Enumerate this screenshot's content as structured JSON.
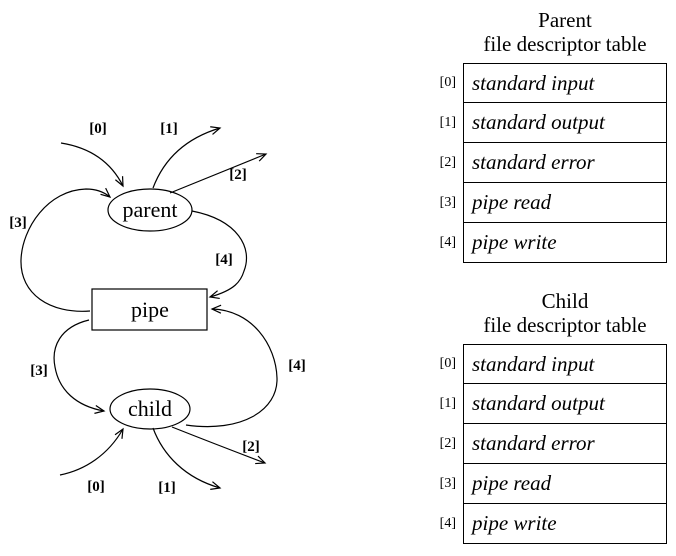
{
  "colors": {
    "ink": "#000000",
    "paper": "#ffffff"
  },
  "diagram": {
    "nodes": {
      "parent": "parent",
      "pipe": "pipe",
      "child": "child"
    },
    "parent_arrows": {
      "fd0": "[0]",
      "fd1": "[1]",
      "fd2": "[2]",
      "fd3": "[3]",
      "fd4": "[4]"
    },
    "child_arrows": {
      "fd0": "[0]",
      "fd1": "[1]",
      "fd2": "[2]",
      "fd3": "[3]",
      "fd4": "[4]"
    }
  },
  "tables": {
    "parent": {
      "title_line1": "Parent",
      "title_line2": "file descriptor table",
      "rows": [
        {
          "index": "[0]",
          "value": "standard input"
        },
        {
          "index": "[1]",
          "value": "standard output"
        },
        {
          "index": "[2]",
          "value": "standard error"
        },
        {
          "index": "[3]",
          "value": "pipe read"
        },
        {
          "index": "[4]",
          "value": "pipe write"
        }
      ]
    },
    "child": {
      "title_line1": "Child",
      "title_line2": "file descriptor table",
      "rows": [
        {
          "index": "[0]",
          "value": "standard input"
        },
        {
          "index": "[1]",
          "value": "standard output"
        },
        {
          "index": "[2]",
          "value": "standard error"
        },
        {
          "index": "[3]",
          "value": "pipe read"
        },
        {
          "index": "[4]",
          "value": "pipe write"
        }
      ]
    }
  }
}
